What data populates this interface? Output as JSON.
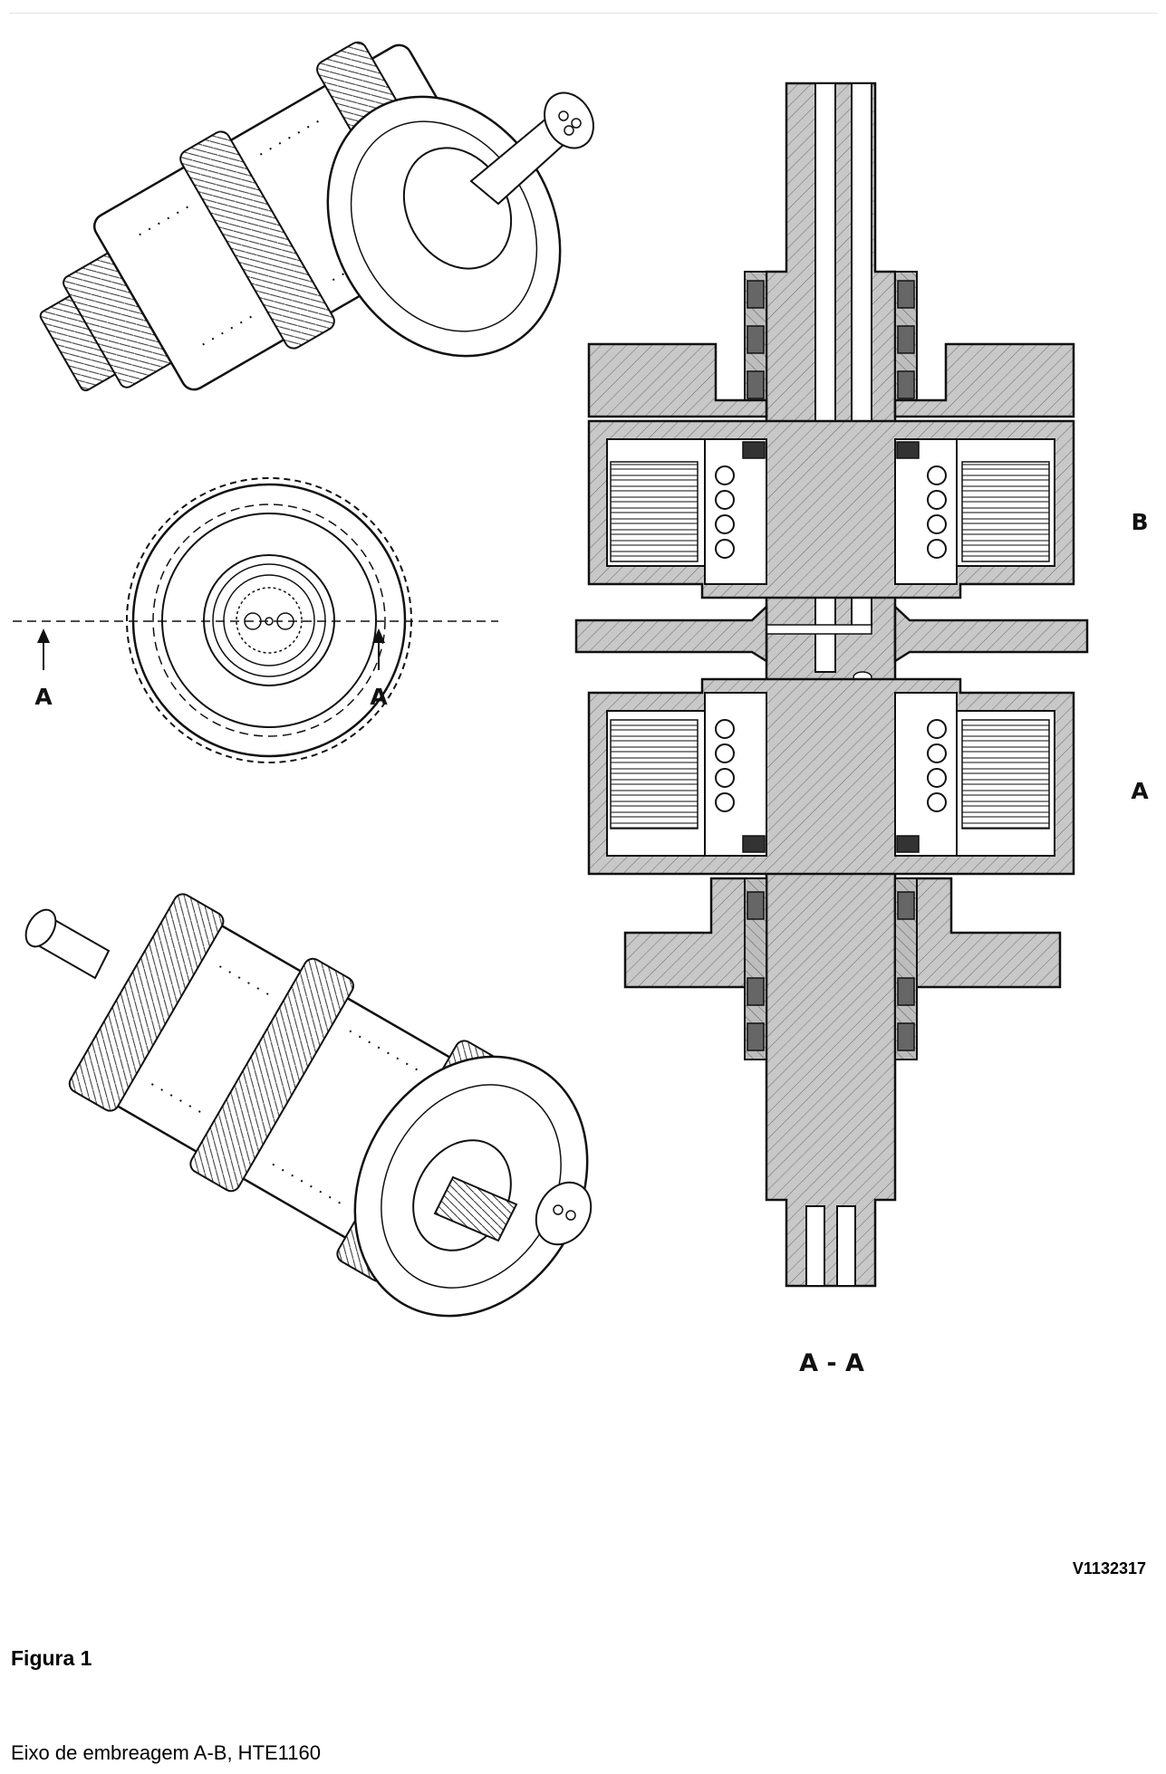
{
  "figure": {
    "code": "V1132317",
    "caption_title": "Figura 1",
    "caption_text": "Eixo de embreagem A-B, HTE1160"
  },
  "front_view": {
    "section_marks": [
      "A",
      "A"
    ]
  },
  "section_view": {
    "title": "A - A",
    "clutch_labels": [
      "B",
      "A"
    ]
  }
}
